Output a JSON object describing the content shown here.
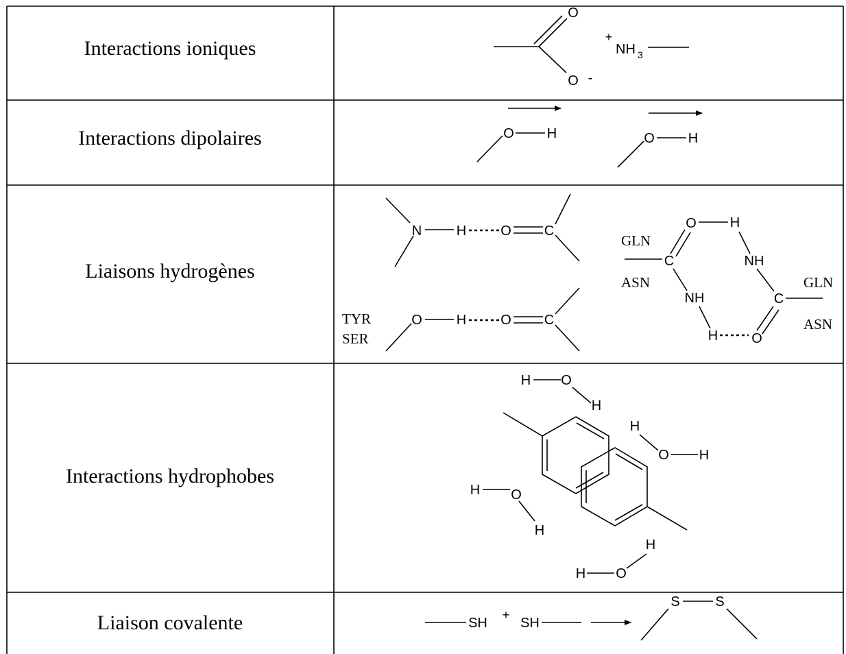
{
  "rows": [
    {
      "label": "Interactions ioniques",
      "atoms": {
        "o_top": "O",
        "o_minus": "O",
        "minus": "-",
        "plus": "+",
        "nh": "NH",
        "nh_sub": "3"
      }
    },
    {
      "label": "Interactions dipolaires",
      "atoms": {
        "o": "O",
        "h": "H"
      }
    },
    {
      "label": "Liaisons hydrogènes",
      "atoms": {
        "n": "N",
        "h": "H",
        "o": "O",
        "c": "C",
        "nh": "NH"
      },
      "residues": {
        "tyr": "TYR",
        "ser": "SER",
        "gln": "GLN",
        "asn": "ASN"
      }
    },
    {
      "label": "Interactions hydrophobes",
      "atoms": {
        "o": "O",
        "h": "H"
      }
    },
    {
      "label": "Liaison covalente",
      "atoms": {
        "sh": "SH",
        "s": "S",
        "plus": "+"
      }
    }
  ]
}
